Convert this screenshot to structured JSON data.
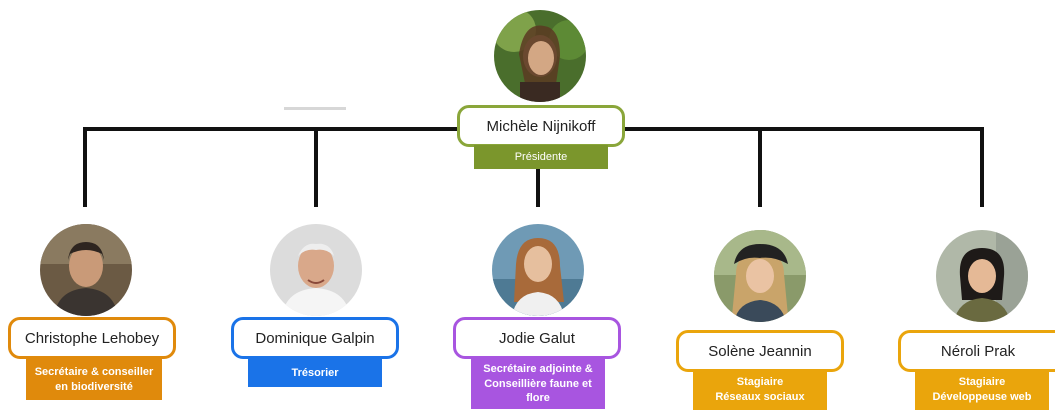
{
  "president": {
    "name": "Michèle Nijnikoff",
    "role": "Présidente",
    "color": "#7b962c"
  },
  "members": [
    {
      "name": "Christophe Lehobey",
      "role_lines": [
        "Secrétaire & conseiller",
        "en biodiversité"
      ],
      "color": "#e08a0c"
    },
    {
      "name": "Dominique Galpin",
      "role_lines": [
        "Trésorier"
      ],
      "color": "#1a73e8"
    },
    {
      "name": "Jodie Galut",
      "role_lines": [
        "Secrétaire adjointe &",
        "Conseillière faune et",
        "flore"
      ],
      "color": "#a855e0"
    },
    {
      "name": "Solène Jeannin",
      "role_lines": [
        "Stagiaire",
        "Réseaux sociaux"
      ],
      "color": "#eaa50c"
    },
    {
      "name": "Néroli Prak",
      "role_lines": [
        "Stagiaire",
        "Développeuse web"
      ],
      "color": "#eaa50c"
    }
  ],
  "line_color": "#111111"
}
